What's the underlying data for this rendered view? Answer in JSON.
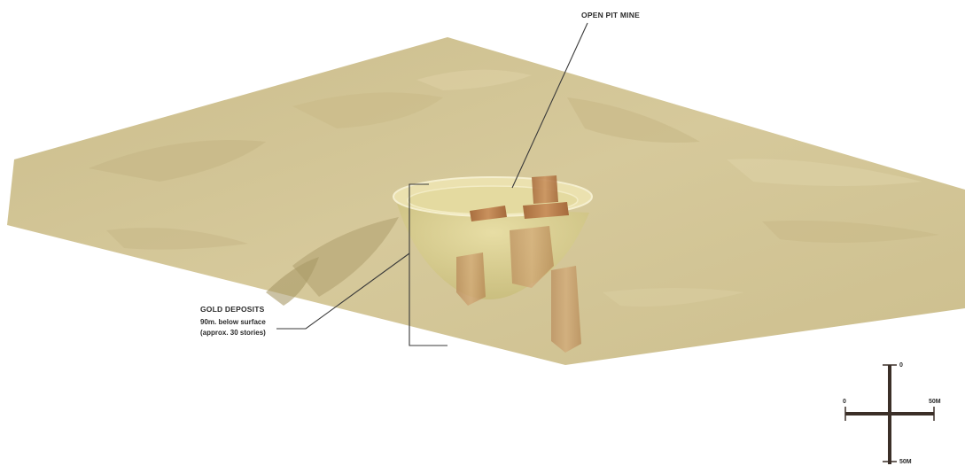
{
  "callouts": {
    "open_pit": "OPEN PIT MINE",
    "gold_title": "GOLD DEPOSITS",
    "gold_line1": "90m. below surface",
    "gold_line2": "(approx. 30 stories)"
  },
  "scale": {
    "top": "0",
    "left": "0",
    "right": "50M",
    "bottom": "50M"
  },
  "colors": {
    "terrain": "#d3c696",
    "pit_rim": "#f3ebbb",
    "pit_fill": "#c9c07a",
    "deposit": "#b97a48",
    "callout_line": "#3a3a3a",
    "scale_bar": "#3b2f28"
  }
}
